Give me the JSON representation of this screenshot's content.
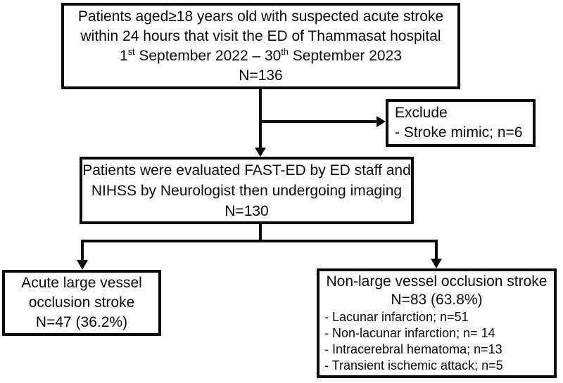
{
  "diagram": {
    "enrollment_box": {
      "line1": "Patients aged≥18 years old with suspected acute stroke",
      "line2": "within 24 hours that visit the ED of Thammasat hospital",
      "date": {
        "start_day": "1",
        "start_suffix": "st",
        "middle": " September 2022 – 30",
        "end_suffix": "th",
        "end": " September 2023"
      },
      "n": "N=136"
    },
    "exclude_box": {
      "title": "Exclude",
      "items": [
        "- Stroke mimic; n=6"
      ]
    },
    "evaluation_box": {
      "line1": "Patients were evaluated FAST-ED by ED staff and",
      "line2": "NIHSS by Neurologist then undergoing imaging",
      "n": "N=130"
    },
    "lvo_box": {
      "line1": "Acute large vessel",
      "line2": "occlusion stroke",
      "n": "N=47 (36.2%)"
    },
    "non_lvo_box": {
      "title": "Non-large vessel occlusion stroke",
      "n": "N=83 (63.8%)",
      "items": [
        "- Lacunar infarction; n=51",
        "- Non-lacunar infarction; n= 14",
        "- Intracerebral hematoma; n=13",
        "- Transient ischemic attack; n=5"
      ]
    },
    "colors": {
      "ink": "#0a0a0a",
      "background": "#ffffff"
    }
  }
}
